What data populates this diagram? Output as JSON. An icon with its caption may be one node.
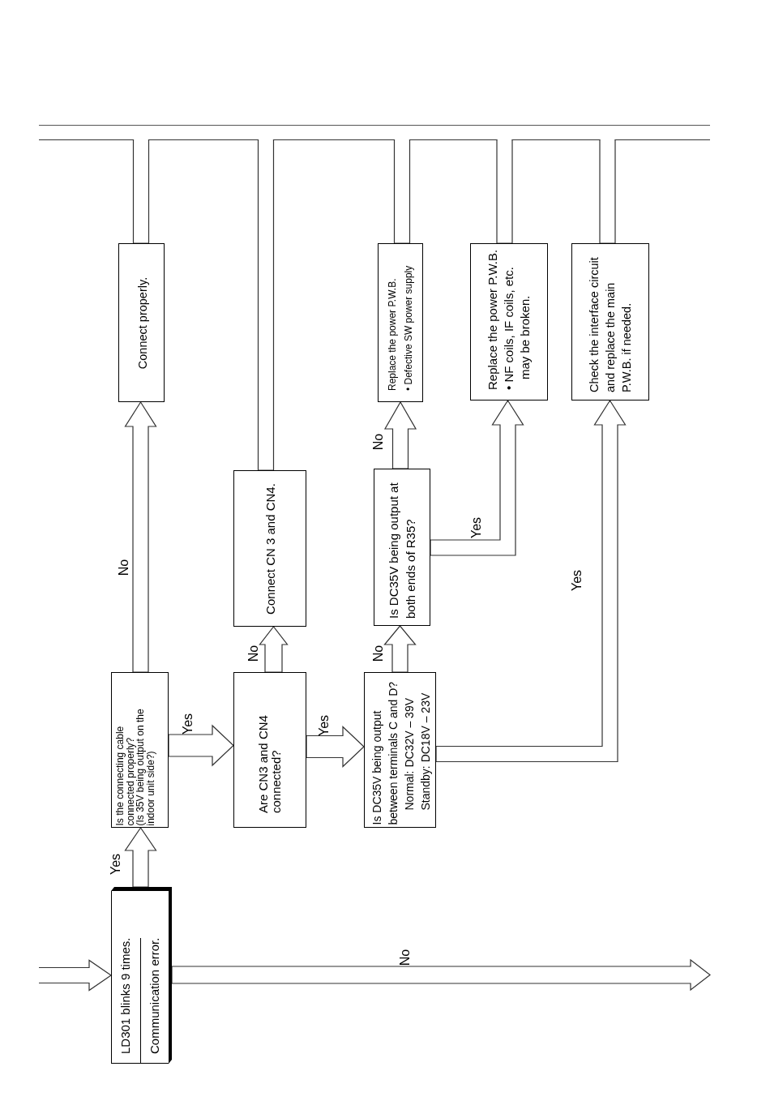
{
  "diagram": {
    "nodes": [
      {
        "text": [
          "LD301 blinks 9 times.",
          "Communication error."
        ]
      },
      {
        "text": [
          "Is the connecting cable connected properly?",
          "(Is 35V being output on the indoor unit side?)"
        ]
      },
      {
        "text": [
          "Connect properly."
        ]
      },
      {
        "text": [
          "Are CN3 and CN4 connected?"
        ]
      },
      {
        "text": [
          "Connect CN 3 and CN4."
        ]
      },
      {
        "text": [
          "Is DC35V being output between terminals C and D?",
          "Normal: DC32V – 39V",
          "Standby: DC18V – 23V"
        ]
      },
      {
        "text": [
          "Is DC35V being output at both ends of R35?"
        ]
      },
      {
        "text": [
          "Replace the power P.W.B.",
          "• Defective SW power supply"
        ]
      },
      {
        "text": [
          "Replace the power P.W.B.",
          "• NF coils, IF coils, etc. may be broken."
        ]
      },
      {
        "text": [
          "Check the interface circuit and replace the main P.W.B. if needed."
        ]
      }
    ],
    "edges": [
      {
        "from": null,
        "to": 0,
        "arrow": "to"
      },
      {
        "from": 0,
        "to": 1,
        "arrow": "to",
        "label": "Yes"
      },
      {
        "from": 0,
        "to": null,
        "arrow": "to",
        "label": "No"
      },
      {
        "from": 1,
        "to": 2,
        "arrow": "to",
        "label": "No"
      },
      {
        "from": 1,
        "to": 3,
        "arrow": "to",
        "label": "Yes"
      },
      {
        "from": 3,
        "to": 4,
        "arrow": "to",
        "label": "No"
      },
      {
        "from": 3,
        "to": 5,
        "arrow": "to",
        "label": "Yes"
      },
      {
        "from": 5,
        "to": 6,
        "arrow": "to",
        "label": "No"
      },
      {
        "from": 5,
        "to": 9,
        "arrow": "to",
        "label": "Yes"
      },
      {
        "from": 6,
        "to": 7,
        "arrow": "to",
        "label": "No"
      },
      {
        "from": 6,
        "to": 8,
        "arrow": "to",
        "label": "Yes"
      },
      {
        "from": 2,
        "to": null,
        "arrow": "none"
      },
      {
        "from": 4,
        "to": null,
        "arrow": "none"
      },
      {
        "from": 7,
        "to": null,
        "arrow": "none"
      },
      {
        "from": 8,
        "to": null,
        "arrow": "none"
      },
      {
        "from": 9,
        "to": null,
        "arrow": "none"
      }
    ]
  }
}
